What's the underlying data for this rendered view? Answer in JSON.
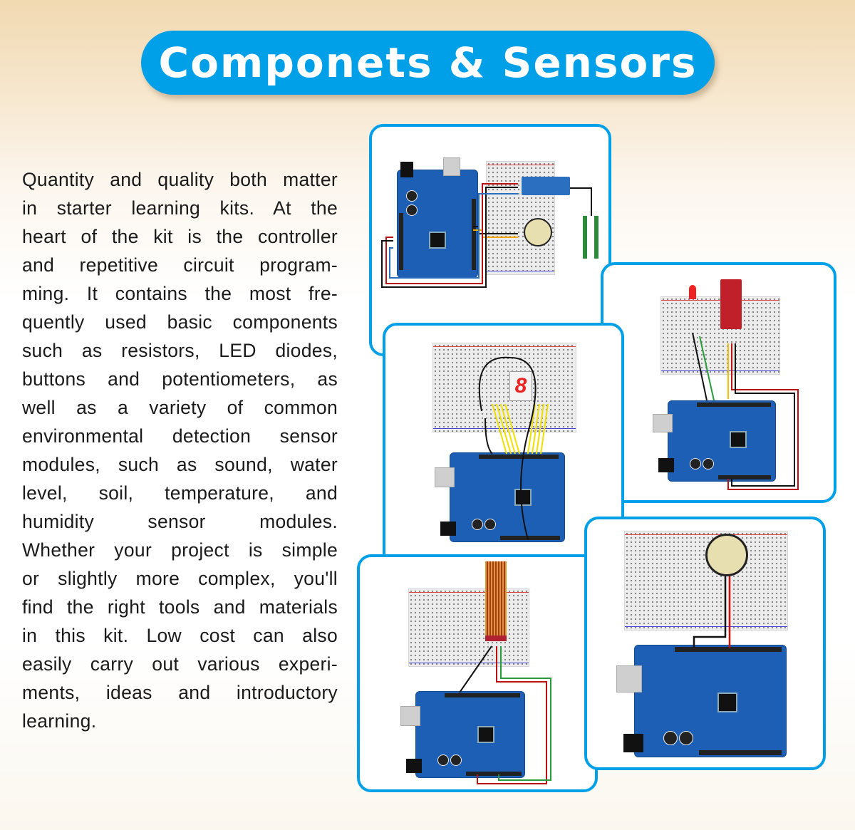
{
  "header": {
    "title": "Componets & Sensors"
  },
  "description": {
    "lines": [
      "Quantity and quality both matter",
      "in starter learning kits. At the",
      "heart of the kit is the controller",
      "and repetitive circuit program-",
      "ming. It contains the most fre-",
      "quently used basic components",
      "such as resistors, LED diodes,",
      "buttons and potentiometers, as",
      "well as a variety of common",
      "environmental detection sensor",
      "modules, such as sound, water",
      "level, soil, temperature, and",
      "humidity sensor modules.",
      "Whether your project is simple",
      "or slightly more complex, you'll",
      "find the right tools and materials",
      "in this kit. Low cost can also",
      "easily carry out various experi-",
      "ments, ideas and introductory",
      "learning."
    ]
  },
  "colors": {
    "accent": "#00a0e9",
    "board": "#1c5fb5"
  },
  "panels": [
    {
      "icon": "soil-moisture-buzzer-circuit"
    },
    {
      "icon": "sound-sensor-led-circuit"
    },
    {
      "icon": "seven-segment-display-circuit"
    },
    {
      "icon": "water-level-sensor-circuit"
    },
    {
      "icon": "buzzer-circuit"
    }
  ]
}
